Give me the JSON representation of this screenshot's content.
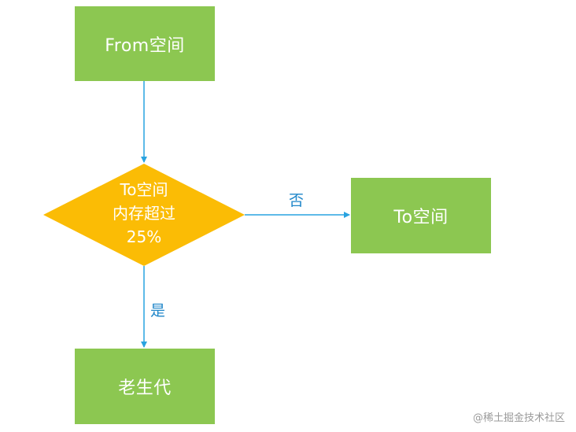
{
  "nodes": {
    "from_space": "From空间",
    "decision": [
      "To空间",
      "内存超过",
      "25%"
    ],
    "to_space": "To空间",
    "old_generation": "老生代"
  },
  "edges": {
    "no_label": "否",
    "yes_label": "是"
  },
  "colors": {
    "process_fill": "#8cc751",
    "decision_fill": "#fbbc05",
    "arrow": "#29a3e0",
    "edge_label": "#1f86c9"
  },
  "watermark": "@稀土掘金技术社区"
}
